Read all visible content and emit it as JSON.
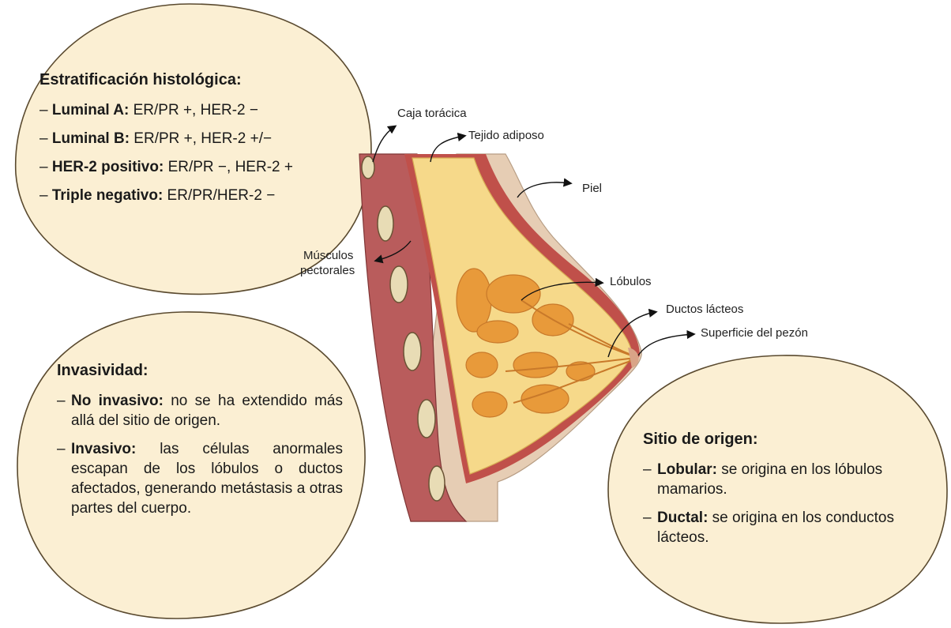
{
  "histology": {
    "title": "Estratificación histológica:",
    "items": [
      {
        "dash": "–",
        "name": "Luminal A:",
        "desc": " ER/PR +, HER-2 −"
      },
      {
        "dash": "–",
        "name": "Luminal B:",
        "desc": " ER/PR +, HER-2 +/−"
      },
      {
        "dash": "–",
        "name": "HER-2 positivo:",
        "desc": " ER/PR −, HER-2 +"
      },
      {
        "dash": "–",
        "name": "Triple negativo:",
        "desc": " ER/PR/HER-2 −"
      }
    ]
  },
  "invasiveness": {
    "title": "Invasividad:",
    "items": [
      {
        "dash": "–",
        "name": "No invasivo:",
        "desc": " no se ha extendido más allá del sitio de origen."
      },
      {
        "dash": "–",
        "name": "Invasivo:",
        "desc": " las células anormales escapan de los lóbulos o ductos afectados, generando metástasis a otras partes del cuerpo."
      }
    ]
  },
  "origin": {
    "title": "Sitio de origen:",
    "items": [
      {
        "dash": "–",
        "name": "Lobular:",
        "desc": " se origina en los lóbulos mamarios."
      },
      {
        "dash": "–",
        "name": "Ductal:",
        "desc": " se origina en los conductos lácteos."
      }
    ]
  },
  "anatomy_labels": {
    "rib_cage": "Caja torácica",
    "adipose": "Tejido adiposo",
    "skin": "Piel",
    "muscles_line1": "Músculos",
    "muscles_line2": "pectorales",
    "lobules": "Lóbulos",
    "ducts": "Ductos lácteos",
    "nipple": "Superficie del pezón"
  },
  "colors": {
    "bubble_fill": "#fbefd3",
    "bubble_stroke": "#5a4a2f",
    "skin": "#e6cdb4",
    "muscle": "#b95c5c",
    "fat": "#f6d98a",
    "lobule": "#e89a3a"
  }
}
